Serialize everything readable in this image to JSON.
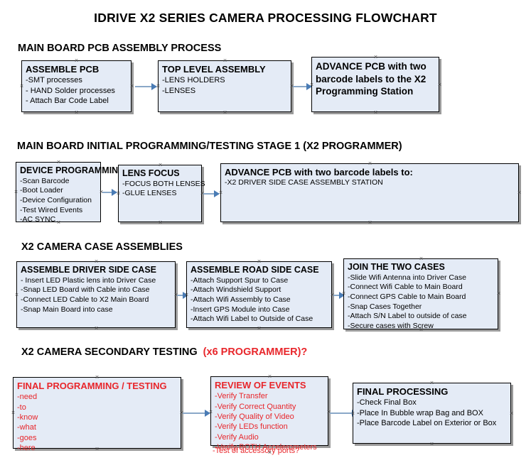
{
  "title": "IDRIVE X2  SERIES CAMERA PROCESSING FLOWCHART",
  "sections": [
    {
      "heading": "MAIN BOARD PCB ASSEMBLY PROCESS",
      "heading_suffix": "",
      "boxes": [
        {
          "title": "ASSEMBLE PCB",
          "lines": [
            "-SMT processes",
            "- HAND Solder processes",
            "- Attach Bar Code Label"
          ]
        },
        {
          "title": "TOP LEVEL ASSEMBLY",
          "lines": [
            "-LENS HOLDERS",
            "-LENSES"
          ]
        },
        {
          "title": "ADVANCE PCB with two barcode labels to the  X2 Programming Station",
          "lines": []
        }
      ]
    },
    {
      "heading": "MAIN BOARD INITIAL PROGRAMMING/TESTING STAGE 1 (X2 PROGRAMMER)",
      "heading_suffix": "",
      "boxes": [
        {
          "title": "DEVICE PROGRAMMING",
          "lines": [
            "-Scan Barcode",
            "-Boot Loader",
            "-Device Configuration",
            "-Test Wired Events",
            "-AC SYNC"
          ]
        },
        {
          "title": "LENS FOCUS",
          "lines": [
            "-FOCUS BOTH LENSES",
            "-GLUE LENSES"
          ]
        },
        {
          "title": "ADVANCE PCB with two barcode labels to:",
          "lines": [
            "-X2 DRIVER  SIDE  CASE  ASSEMBLY STATION"
          ]
        }
      ]
    },
    {
      "heading": "X2 CAMERA CASE ASSEMBLIES",
      "heading_suffix": "",
      "boxes": [
        {
          "title": "ASSEMBLE DRIVER SIDE CASE",
          "lines": [
            "- Insert LED Plastic lens into Driver Case",
            "-Snap LED Board with Cable into Case",
            "-Connect LED Cable to X2 Main Board",
            "-Snap Main Board into case"
          ]
        },
        {
          "title": "ASSEMBLE ROAD SIDE CASE",
          "lines": [
            "-Attach Support Spur to Case",
            "-Attach Windshield Support",
            "-Attach Wifi Assembly to Case",
            "-Insert GPS Module into Case",
            "-Attach Wifi Label to Outside of Case"
          ]
        },
        {
          "title": "JOIN THE TWO CASES",
          "lines": [
            "-Slide Wifi Antenna into Driver Case",
            "-Connect Wifi Cable to Main Board",
            "-Connect GPS Cable to Main Board",
            "-Snap Cases Together",
            "-Attach S/N Label to outside of case",
            "-Secure cases with Screw"
          ]
        }
      ]
    },
    {
      "heading": "X2 CAMERA SECONDARY TESTING",
      "heading_suffix": "(x6 PROGRAMMER)?",
      "boxes": [
        {
          "title": "FINAL PROGRAMMING / TESTING",
          "lines": [
            "-need",
            "-to",
            "-know",
            "-what",
            "-goes",
            "-here"
          ]
        },
        {
          "title": "REVIEW OF EVENTS",
          "lines": [
            "-Verify Transfer",
            "-Verify Correct Quantity",
            "-Verify Quality of Video",
            "-Verify LEDs function",
            "-Verify Audio",
            "-Verify BOTH Accelerometers"
          ],
          "overflow_line": "-Test of accessory ports?"
        },
        {
          "title": "FINAL PROCESSING",
          "lines": [
            " -Check Final Box",
            "-Place In Bubble wrap Bag and BOX",
            "-Place Barcode Label on Exterior or Box"
          ]
        }
      ]
    }
  ],
  "colors": {
    "box_fill": "#e4ebf6",
    "box_border": "#000000",
    "box_shadow": "#9a9a9a",
    "connector": "#8aa8c8",
    "arrow_head": "#4a7cb5",
    "red_text": "#e8262b",
    "black_text": "#000000"
  }
}
